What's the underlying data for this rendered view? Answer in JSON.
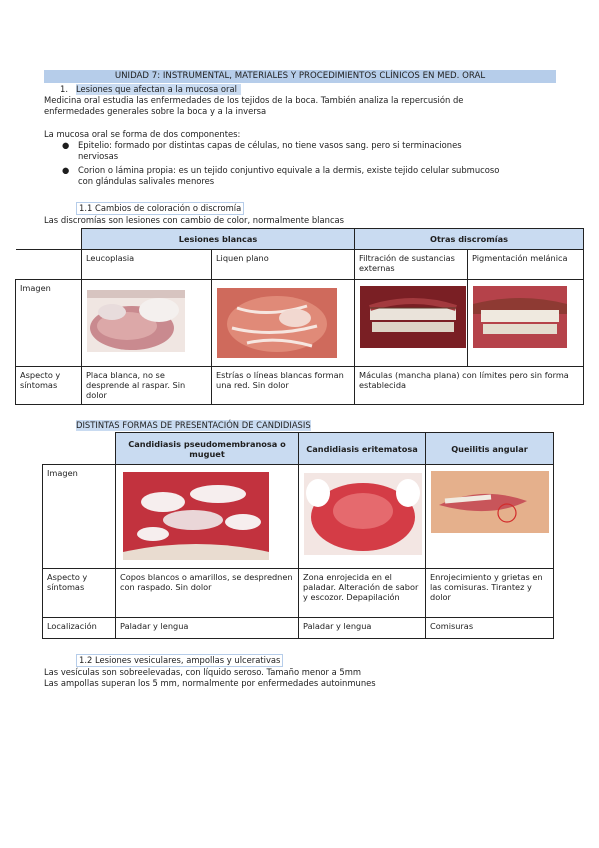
{
  "title": "UNIDAD 7: INSTRUMENTAL, MATERIALES Y PROCEDIMIENTOS CLÍNICOS EN MED. ORAL",
  "section1": {
    "number": "1.",
    "heading": "Lesiones que afectan a la mucosa oral"
  },
  "intro": [
    "Medicina oral estudia las enfermedades de los tejidos de la boca. También analiza la repercusión de",
    "enfermedades generales sobre la boca y a la inversa"
  ],
  "mucosa_intro": "La mucosa oral se forma de dos componentes:",
  "bullets": [
    [
      "Epitelio: formado por distintas capas de células, no tiene vasos sang. pero si terminaciones",
      "nerviosas"
    ],
    [
      "Corion o lámina propia: es un tejido conjuntivo equivale a la dermis, existe tejido celular submucoso",
      "con glándulas salivales menores"
    ]
  ],
  "sub11": {
    "heading": "1.1 Cambios de coloración o discromía",
    "text": "Las discromías son lesiones con cambio de color, normalmente blancas"
  },
  "table1": {
    "group_headers": [
      "Lesiones blancas",
      "Otras discromías"
    ],
    "columns": [
      "Leucoplasia",
      "Liquen plano",
      "Filtración de sustancias externas",
      "Pigmentación melánica"
    ],
    "row_labels": [
      "Imagen",
      "Aspecto y síntomas"
    ],
    "aspect": [
      "Placa blanca, no se desprende al raspar. Sin dolor",
      "Estrías o líneas blancas forman una red. Sin dolor",
      "Máculas (mancha plana) con límites pero sin forma establecida"
    ]
  },
  "candidiasis_heading": "DISTINTAS FORMAS DE PRESENTACIÓN DE CANDIDIASIS",
  "table2": {
    "columns": [
      "Candidiasis pseudomembranosa o muguet",
      "Candidiasis eritematosa",
      "Queilitis angular"
    ],
    "row_labels": [
      "Imagen",
      "Aspecto y síntomas",
      "Localización"
    ],
    "aspect": [
      "Copos blancos o amarillos, se desprednen con raspado. Sin dolor",
      "Zona enrojecida en el paladar. Alteración de sabor y escozor. Depapilación",
      "Enrojecimiento y grietas en las comisuras. Tirantez y dolor"
    ],
    "location": [
      "Paladar y lengua",
      "Paladar y lengua",
      "Comisuras"
    ]
  },
  "sub12": {
    "heading": "1.2 Lesiones vesiculares, ampollas y ulcerativas",
    "lines": [
      "Las vesículas son sobreelevadas, con líquido seroso. Tamaño menor a 5mm",
      "Las ampollas superan los 5 mm, normalmente por enfermedades autoinmunes"
    ]
  }
}
